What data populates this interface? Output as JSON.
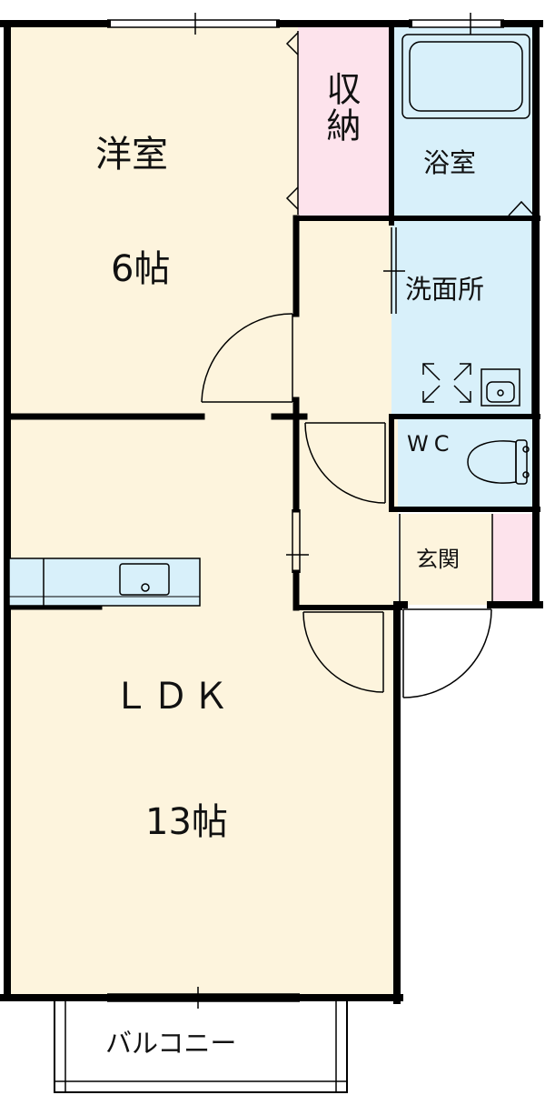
{
  "colors": {
    "room": "#fdf4dd",
    "storage": "#fde3ec",
    "wet": "#d8f0fa",
    "genkan_side": "#fde3ec",
    "wall": "#000000"
  },
  "rooms": {
    "western": {
      "name": "洋室",
      "size": "6帖"
    },
    "storage": {
      "name": "収納"
    },
    "bath": {
      "name": "浴室"
    },
    "washroom": {
      "name": "洗面所"
    },
    "wc": {
      "name": "WC"
    },
    "entrance": {
      "name": "玄関"
    },
    "ldk": {
      "name": "ＬＤＫ",
      "size": "13帖"
    },
    "balcony": {
      "name": "バルコニー"
    }
  },
  "icons": [
    "bathtub-icon",
    "toilet-icon",
    "sink-icon",
    "washing-machine-icon",
    "kitchen-sink-icon"
  ]
}
